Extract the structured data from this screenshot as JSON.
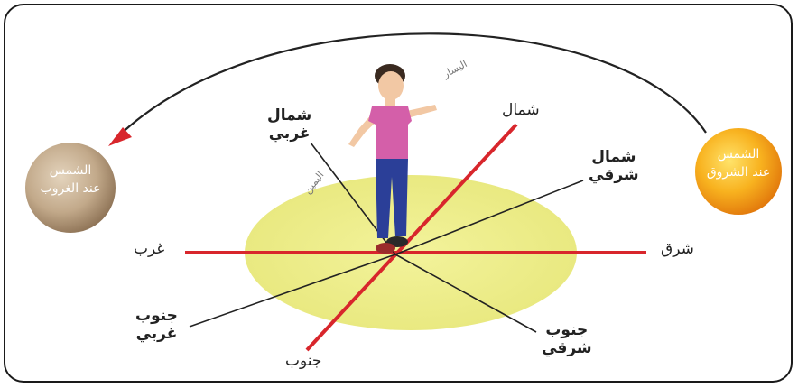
{
  "directions": {
    "north": "شمال",
    "south": "جنوب",
    "east": "شرق",
    "west": "غرب",
    "northwest_line1": "شمال",
    "northwest_line2": "غربي",
    "northeast_line1": "شمال",
    "northeast_line2": "شرقي",
    "southwest_line1": "جنوب",
    "southwest_line2": "غربي",
    "southeast_line1": "جنوب",
    "southeast_line2": "شرقي"
  },
  "body_labels": {
    "left": "اليسار",
    "right": "اليمين"
  },
  "sunrise": {
    "line1": "الشمس",
    "line2": "عند الشروق"
  },
  "sunset": {
    "line1": "الشمس",
    "line2": "عند الغروب"
  },
  "colors": {
    "axis_red": "#d8262c",
    "ground_ellipse": "#ecec8a",
    "sunrise_sun": "#f59b12",
    "sunset_sun": "#b59a7d",
    "arrow": "#222222",
    "arrowhead": "#d8262c"
  }
}
